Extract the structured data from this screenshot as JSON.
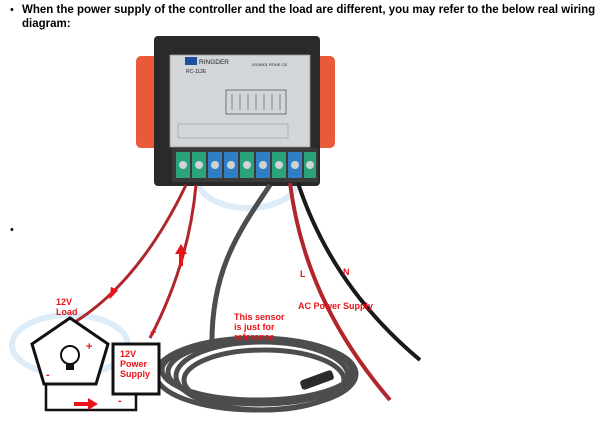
{
  "bullets": [
    "•",
    "•"
  ],
  "intro": {
    "text": "When the power supply of the controller and the load are different, you may refer to the below real wiring diagram:"
  },
  "controller": {
    "brand": "RINGDER",
    "model": "RC-112E",
    "cert": "ISO9001  ROHS  CE"
  },
  "labels": {
    "load": "12V\nLoad",
    "power_supply": "12V\nPower\nSupply",
    "plus": "+",
    "minus": "-",
    "line": "L",
    "neutral": "N",
    "ac_power_supply": "AC Power Supply",
    "sensor_note": "This sensor\nis just for\nreference"
  },
  "colors": {
    "red_text": "#e8141a",
    "red_wire": "#b0262b",
    "black_wire": "#1a1a1a",
    "gray_cable": "#4d4d4f",
    "controller_body": "#2a2a2a",
    "clip_orange": "#e85a3a",
    "terminal_green": "#2aa37d",
    "terminal_blue": "#2f7fc4",
    "watermark_blue": "#9cc8ea"
  }
}
